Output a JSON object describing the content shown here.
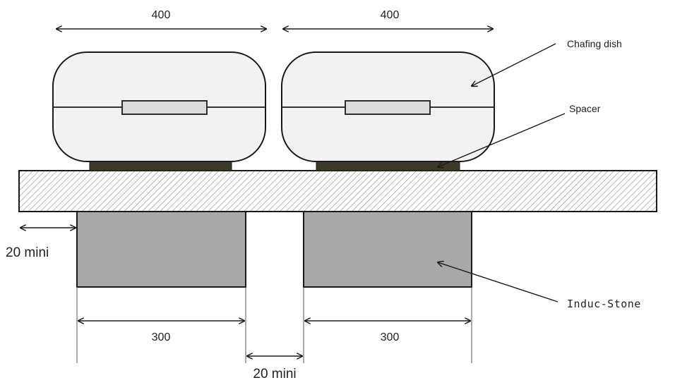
{
  "dimensions": {
    "dish_left_width": "400",
    "dish_right_width": "400",
    "stone_left_width": "300",
    "stone_right_width": "300",
    "edge_clearance": "20 mini",
    "stone_gap": "20 mini"
  },
  "labels": {
    "chafing_dish": "Chafing dish",
    "spacer": "Spacer",
    "induc_stone": "Induc-Stone"
  },
  "colors": {
    "dish_fill": "#f2f2f2",
    "spacer_fill": "#3d3a2a",
    "counter_hatch": "#8a8a8a",
    "stone_fill": "#a8a8a8",
    "line": "#1a1a1a"
  }
}
